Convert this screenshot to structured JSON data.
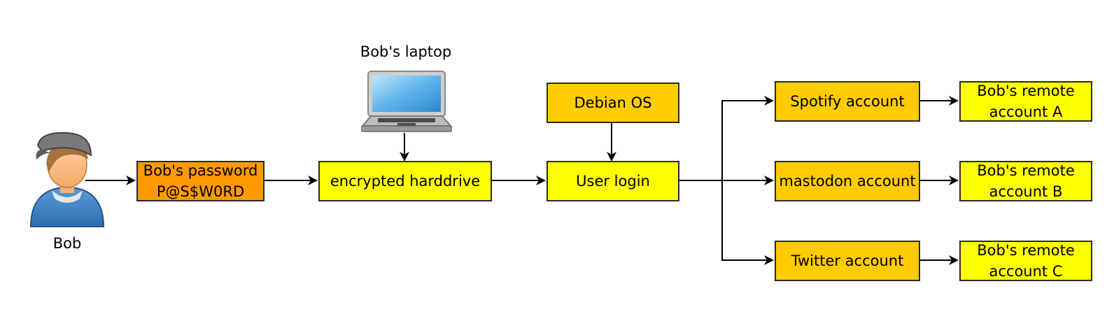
{
  "colors": {
    "password": "#ff9900",
    "primary": "#ffff00",
    "secondary": "#ffcc00",
    "stroke": "#2b2b2b"
  },
  "icons": {
    "user": "user-icon",
    "laptop": "laptop-icon"
  },
  "labels": {
    "bob": "Bob",
    "laptop": "Bob's laptop"
  },
  "boxes": {
    "password": {
      "line1": "Bob's password",
      "line2": "P@S$W0RD"
    },
    "harddrive": "encrypted harddrive",
    "debian": "Debian OS",
    "login": "User login",
    "spotify": "Spotify account",
    "mastodon": "mastodon account",
    "twitter": "Twitter account",
    "remote_a": {
      "line1": "Bob's remote",
      "line2": "account A"
    },
    "remote_b": {
      "line1": "Bob's remote",
      "line2": "account B"
    },
    "remote_c": {
      "line1": "Bob's remote",
      "line2": "account C"
    }
  }
}
